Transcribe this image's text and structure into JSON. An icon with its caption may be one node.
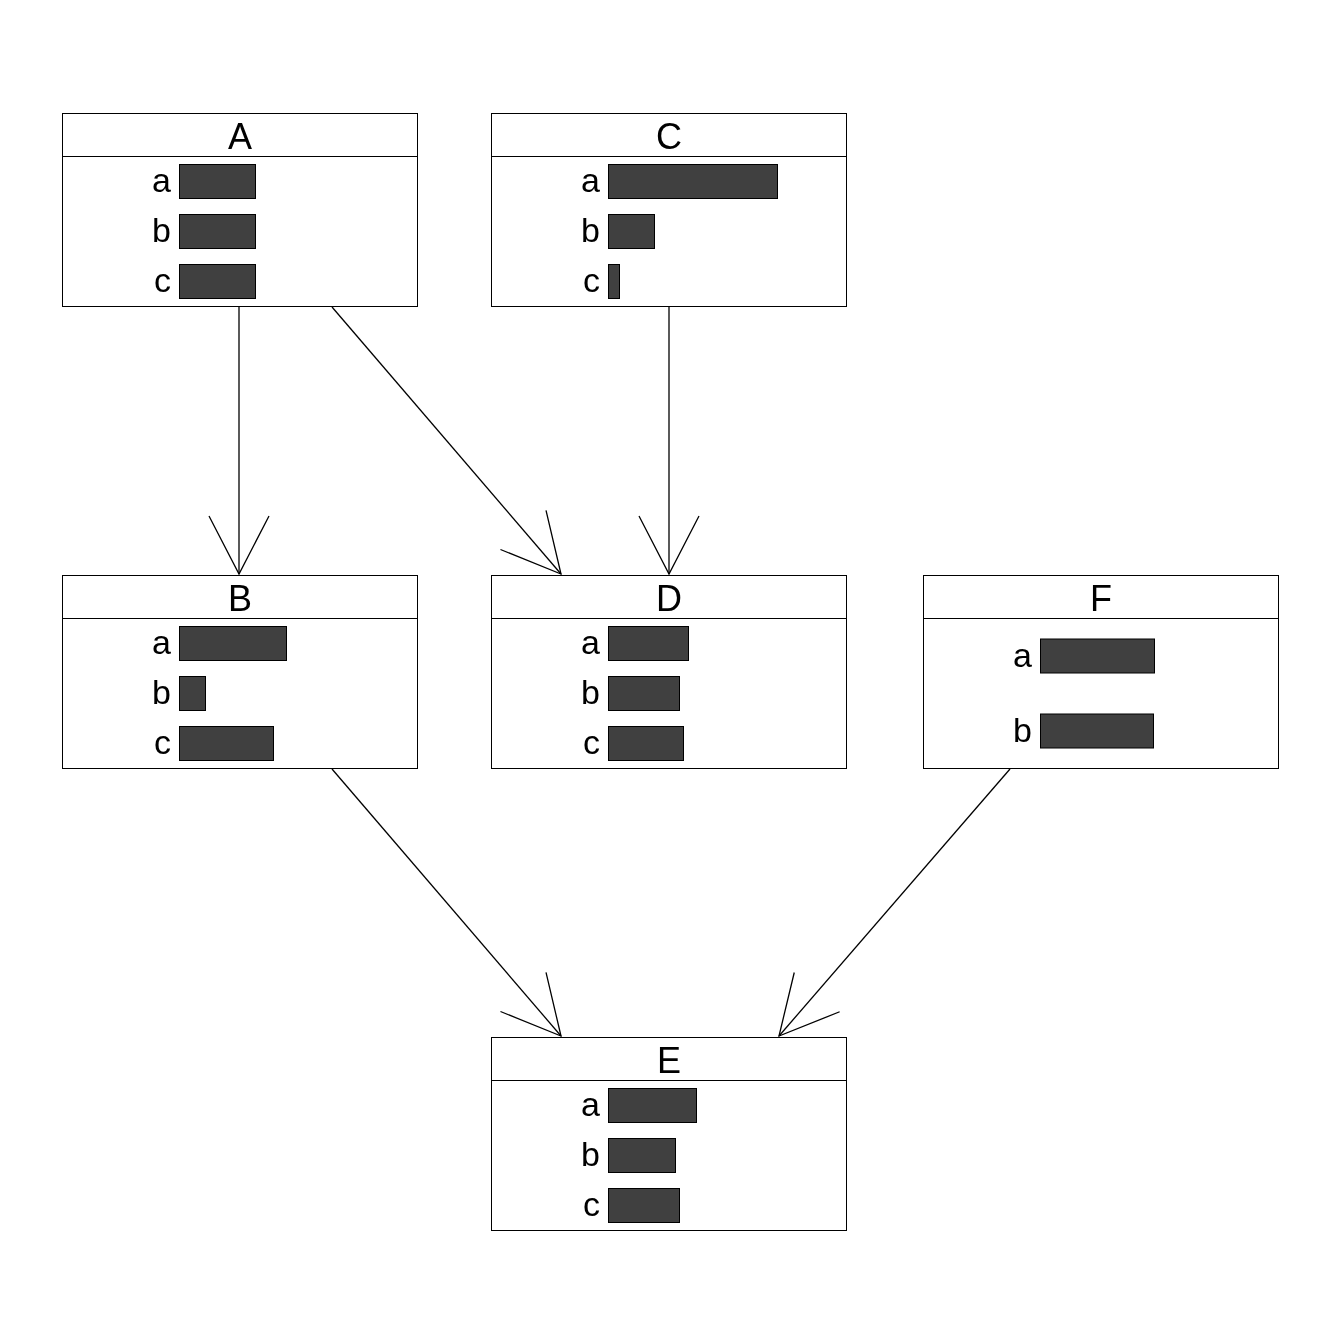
{
  "diagram": {
    "nodes": [
      {
        "text": [
          "A",
          "a",
          "b",
          "c"
        ]
      },
      {
        "text": [
          "C",
          "a",
          "b",
          "c"
        ]
      },
      {
        "text": [
          "B",
          "a",
          "b",
          "c"
        ]
      },
      {
        "text": [
          "D",
          "a",
          "b",
          "c"
        ]
      },
      {
        "text": [
          "F",
          "a",
          "b"
        ]
      },
      {
        "text": [
          "E",
          "a",
          "b",
          "c"
        ]
      }
    ],
    "edges": [
      {
        "from": 0,
        "to": 2,
        "arrow": "to"
      },
      {
        "from": 0,
        "to": 3,
        "arrow": "to"
      },
      {
        "from": 1,
        "to": 3,
        "arrow": "to"
      },
      {
        "from": 2,
        "to": 5,
        "arrow": "to"
      },
      {
        "from": 4,
        "to": 5,
        "arrow": "to"
      }
    ]
  }
}
